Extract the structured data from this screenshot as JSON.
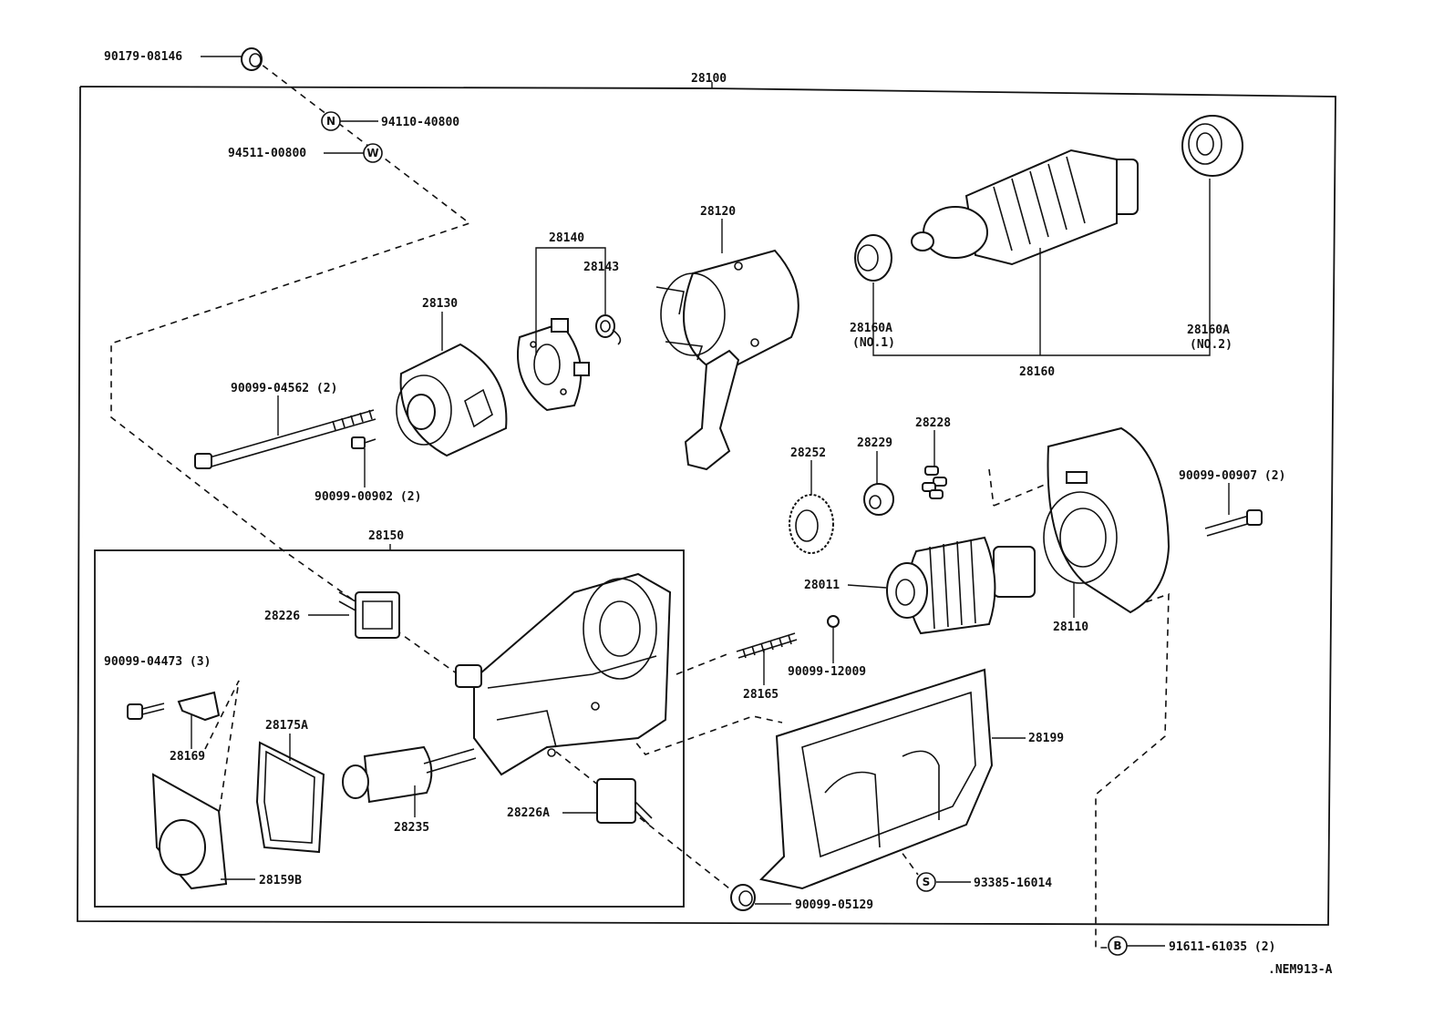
{
  "diagram": {
    "labels": {
      "p90179_08146": "90179-08146",
      "p28100": "28100",
      "p94110_40800": "94110-40800",
      "p94511_00800": "94511-00800",
      "p28120": "28120",
      "p28140": "28140",
      "p28143": "28143",
      "p28130": "28130",
      "p28160a_1": "28160A",
      "p28160a_1_note": "(NO.1)",
      "p28160a_2": "28160A",
      "p28160a_2_note": "(NO.2)",
      "p28160": "28160",
      "p90099_04562": "90099-04562 (2)",
      "p90099_00902": "90099-00902 (2)",
      "p28252": "28252",
      "p28229": "28229",
      "p28228": "28228",
      "p90099_00907": "90099-00907 (2)",
      "p28150": "28150",
      "p28226": "28226",
      "p28011": "28011",
      "p28110": "28110",
      "p90099_12009": "90099-12009",
      "p28165": "28165",
      "p90099_04473": "90099-04473 (3)",
      "p28169": "28169",
      "p28175a": "28175A",
      "p28235": "28235",
      "p28226a": "28226A",
      "p28199": "28199",
      "p28159b": "28159B",
      "p93385_16014": "93385-16014",
      "p90099_05129": "90099-05129",
      "p91611_61035": "91611-61035 (2)",
      "ref_code": ".NEM913-A"
    },
    "symbols": {
      "n": "N",
      "w": "W",
      "s": "S",
      "b": "B"
    }
  }
}
